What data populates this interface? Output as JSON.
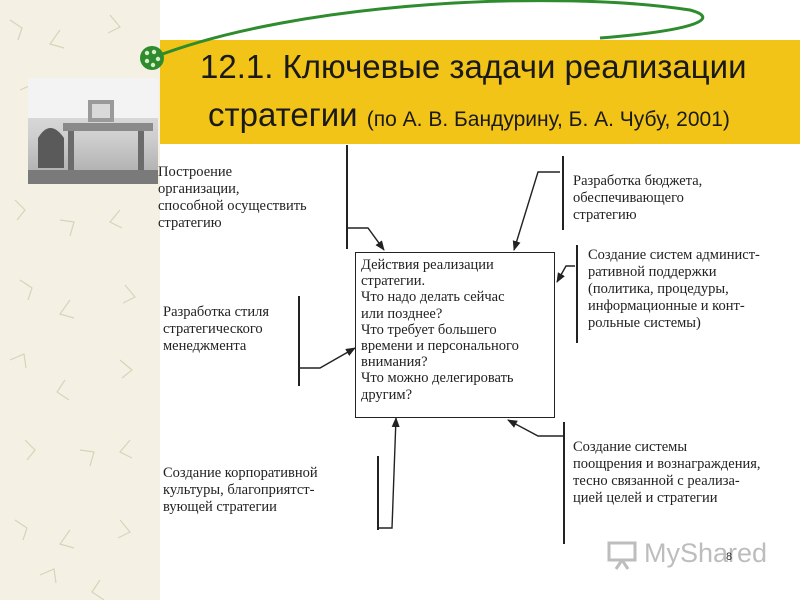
{
  "slide": {
    "title_line1": "12.1. Ключевые задачи реализации",
    "title_line2_main": "стратегии",
    "title_line2_source": "(по А. В. Бандурину, Б. А. Чубу, 2001)",
    "page_number": "8"
  },
  "diagram": {
    "center": [
      "Действия реализации",
      "стратегии.",
      "Что надо делать сейчас",
      "или позднее?",
      "Что требует большего",
      "времени и персонального",
      "внимания?",
      "Что можно делегировать",
      "другим?"
    ],
    "nodes": {
      "org": [
        "Построение",
        "организации,",
        "способной осуществить",
        "стратегию"
      ],
      "budget": [
        "Разработка бюджета,",
        "обеспечивающего",
        "стратегию"
      ],
      "admin": [
        "Создание систем админист-",
        "ративной поддержки",
        "(политика, процедуры,",
        "информационные и конт-",
        "рольные системы)"
      ],
      "style": [
        "Разработка стиля",
        "стратегического",
        "менеджмента"
      ],
      "culture": [
        "Создание корпоративной",
        "культуры, благоприятст-",
        "вующей стратегии"
      ],
      "reward": [
        "Создание системы",
        "поощрения и вознаграждения,",
        "тесно связанной с реализа-",
        "цией целей и стратегии"
      ]
    }
  },
  "watermark": {
    "text": "MyShared"
  },
  "colors": {
    "title_band": "#f2c417",
    "accent_green": "#2e8b2e"
  }
}
